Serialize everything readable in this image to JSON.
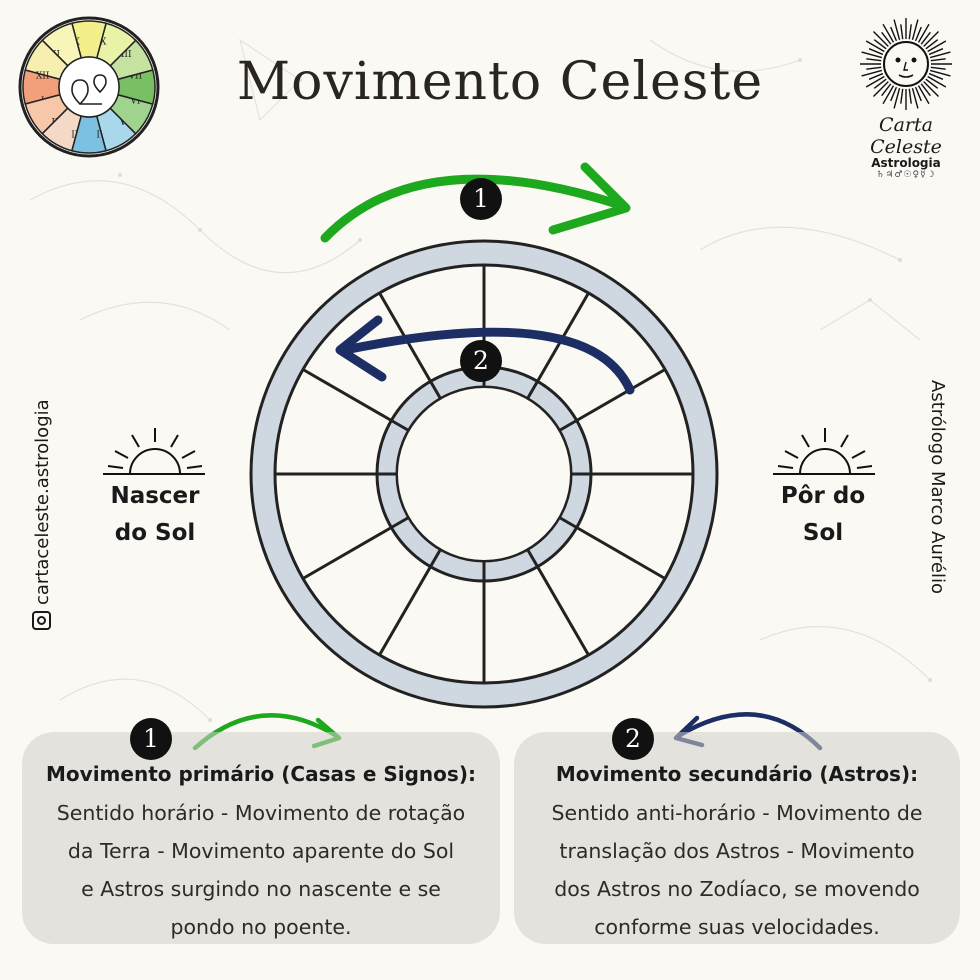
{
  "title": "Movimento Celeste",
  "instagram_handle": "cartaceleste.astrologia",
  "author": "Astrólogo Marco Aurélio",
  "logo": {
    "name": "Carta Celeste",
    "subtitle": "Astrologia",
    "glyphs": "♄♃♂☉♀☿☽"
  },
  "house_wheel_numerals": [
    "I",
    "II",
    "III",
    "IV",
    "V",
    "VI",
    "VII",
    "VIII",
    "IX",
    "X",
    "XI",
    "XII"
  ],
  "sunrise_label": [
    "Nascer",
    "do Sol"
  ],
  "sunset_label": [
    "Pôr do",
    "Sol"
  ],
  "arrow_badges": [
    "1",
    "2"
  ],
  "colors": {
    "primary_arrow": "#1ea81e",
    "secondary_arrow": "#1c2e63",
    "ring": "#cfd7e1",
    "card": "#d6d4cf"
  },
  "cards": [
    {
      "badge": "1",
      "heading": "Movimento primário (Casas e Signos):",
      "lines": [
        "Sentido horário - Movimento de rotação",
        "da Terra - Movimento aparente do Sol",
        "e Astros surgindo no nascente e se",
        "pondo no poente."
      ]
    },
    {
      "badge": "2",
      "heading": "Movimento secundário (Astros):",
      "lines": [
        "Sentido anti-horário - Movimento de",
        "translação dos Astros - Movimento",
        "dos Astros no Zodíaco, se movendo",
        "conforme suas velocidades."
      ]
    }
  ]
}
